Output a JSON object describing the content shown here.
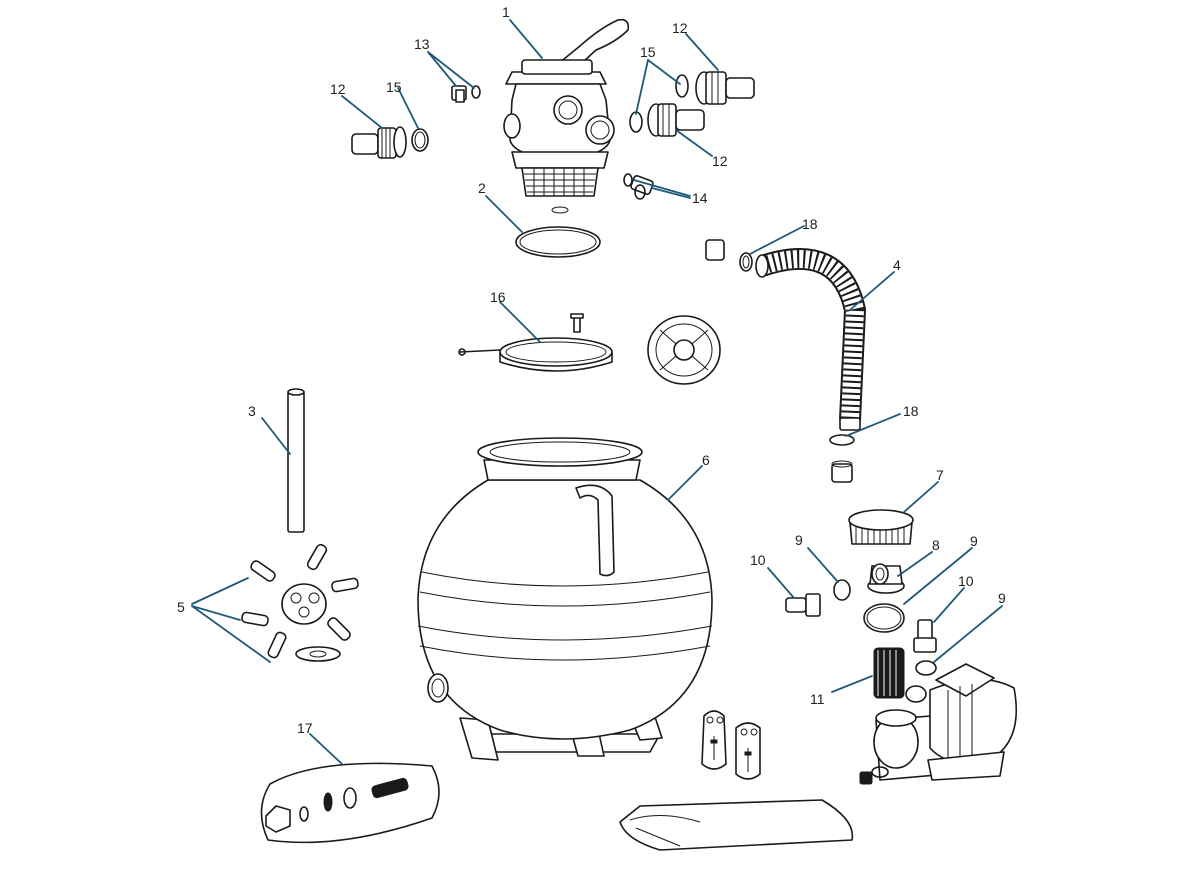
{
  "callouts": [
    {
      "id": "c1",
      "label": "1"
    },
    {
      "id": "c2",
      "label": "2"
    },
    {
      "id": "c3",
      "label": "3"
    },
    {
      "id": "c4",
      "label": "4"
    },
    {
      "id": "c5",
      "label": "5"
    },
    {
      "id": "c6",
      "label": "6"
    },
    {
      "id": "c7",
      "label": "7"
    },
    {
      "id": "c8",
      "label": "8"
    },
    {
      "id": "c9a",
      "label": "9"
    },
    {
      "id": "c9b",
      "label": "9"
    },
    {
      "id": "c9c",
      "label": "9"
    },
    {
      "id": "c10a",
      "label": "10"
    },
    {
      "id": "c10b",
      "label": "10"
    },
    {
      "id": "c11",
      "label": "11"
    },
    {
      "id": "c12a",
      "label": "12"
    },
    {
      "id": "c12b",
      "label": "12"
    },
    {
      "id": "c12c",
      "label": "12"
    },
    {
      "id": "c13",
      "label": "13"
    },
    {
      "id": "c14",
      "label": "14"
    },
    {
      "id": "c15a",
      "label": "15"
    },
    {
      "id": "c15b",
      "label": "15"
    },
    {
      "id": "c16",
      "label": "16"
    },
    {
      "id": "c17",
      "label": "17"
    },
    {
      "id": "c18a",
      "label": "18"
    },
    {
      "id": "c18b",
      "label": "18"
    }
  ],
  "colors": {
    "line": "#1a1a1a",
    "leader": "#1f5a78",
    "background": "#ffffff"
  }
}
